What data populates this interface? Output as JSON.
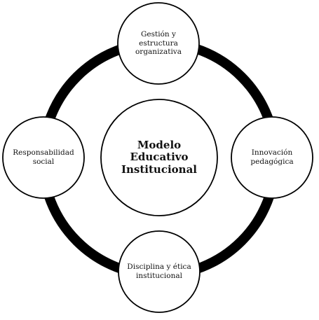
{
  "diagram": {
    "center": {
      "label": "Modelo Educativo\nInstitucional"
    },
    "nodes": {
      "top": {
        "label": "Gestión y\nestructura\norganizativa"
      },
      "right": {
        "label": "Innovación\npedagógica"
      },
      "bottom": {
        "label": "Disciplina y ética\ninstitucional"
      },
      "left": {
        "label": "Responsabilidad\nsocial"
      }
    },
    "colors": {
      "ring": "#000000",
      "circle_fill": "#ffffff",
      "circle_stroke": "#000000",
      "text": "#111111"
    }
  }
}
